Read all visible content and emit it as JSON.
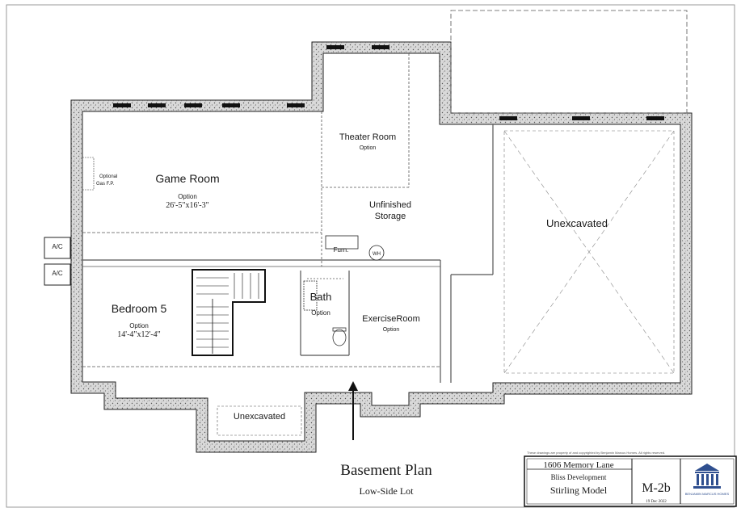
{
  "rooms": {
    "game_room": {
      "name": "Game Room",
      "option": "Option",
      "dims": "26'-5\"x16'-3\""
    },
    "theater_room": {
      "name": "Theater Room",
      "option": "Option"
    },
    "unfinished_storage": {
      "line1": "Unfinished",
      "line2": "Storage"
    },
    "unexcavated_large": {
      "name": "Unexcavated"
    },
    "unexcavated_small": {
      "name": "Unexcavated"
    },
    "bedroom5": {
      "name": "Bedroom 5",
      "option": "Option",
      "dims": "14'-4\"x12'-4\""
    },
    "bath": {
      "name": "Bath",
      "option": "Option"
    },
    "exercise_room": {
      "name": "ExerciseRoom",
      "option": "Option"
    }
  },
  "fixtures": {
    "fireplace": {
      "line1": "Optional",
      "line2": "Gas F.P."
    },
    "furnace": "Furn.",
    "water_heater": "WH",
    "ac_units": [
      "A/C",
      "A/C"
    ]
  },
  "plan_title": {
    "title": "Basement Plan",
    "subtitle": "Low-Side Lot"
  },
  "title_block": {
    "address": "1606 Memory Lane",
    "developer": "Bliss Development",
    "model": "Stirling Model",
    "sheet": "M-2b",
    "date": "19 Dec 2022",
    "builder_logo_text": "BENJAMIN MARCUS HOMES",
    "copyright": "These drawings are property of and copyrighted by Benjamin Marcus Homes. All rights reserved."
  }
}
